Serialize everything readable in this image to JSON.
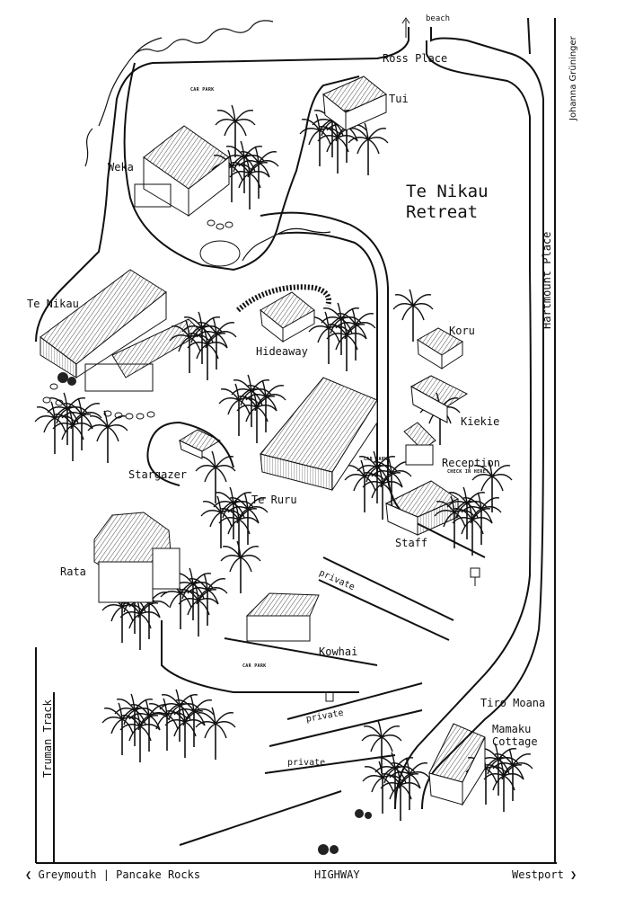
{
  "title": {
    "line1": "Te Nikau",
    "line2": "Retreat"
  },
  "credit": "Johanna Grüninger",
  "roads": {
    "ross_place": "Ross Place",
    "hartmount_place": "Hartmount Place",
    "truman_track": "Truman Track",
    "beach": "beach",
    "highway": "HIGHWAY",
    "left_destination": "❮ Greymouth | Pancake Rocks",
    "right_destination": "Westport ❯",
    "private_1": "private",
    "private_2": "private",
    "private_3": "private"
  },
  "car_parks": [
    "CAR PARK",
    "CAR PARK",
    "CAR PARK"
  ],
  "buildings": {
    "tui": "Tui",
    "weka": "Weka",
    "te_nikau": "Te Nikau",
    "hideaway": "Hideaway",
    "koru": "Koru",
    "kiekie": "Kiekie",
    "reception": "Reception",
    "check_in": "CHECK IN HERE!",
    "stargazer": "Stargazer",
    "te_ruru": "Te Ruru",
    "staff": "Staff",
    "rata": "Rata",
    "kowhai": "Kowhai",
    "tiro_moana": "Tiro Moana",
    "mamaku_1": "Mamaku",
    "mamaku_2": "Cottage"
  }
}
